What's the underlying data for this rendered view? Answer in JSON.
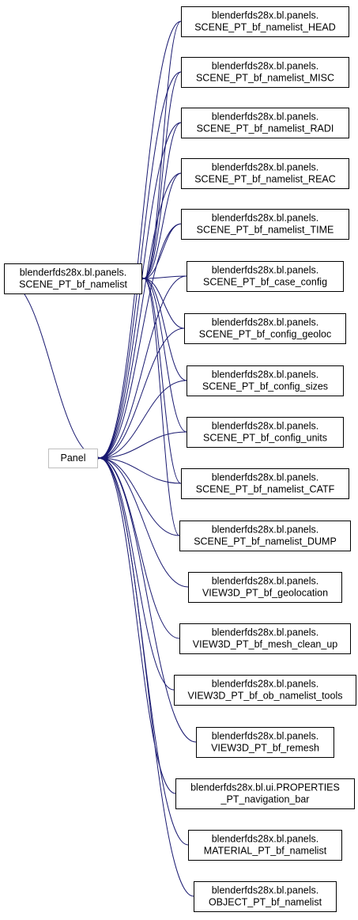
{
  "colors": {
    "edge": "#191970",
    "node_border": "#000000",
    "base_border": "#bfbfbf",
    "background": "#ffffff"
  },
  "nodes": {
    "namelist_head": [
      "blenderfds28x.bl.panels.",
      "SCENE_PT_bf_namelist_HEAD"
    ],
    "namelist_misc": [
      "blenderfds28x.bl.panels.",
      "SCENE_PT_bf_namelist_MISC"
    ],
    "namelist_radi": [
      "blenderfds28x.bl.panels.",
      "SCENE_PT_bf_namelist_RADI"
    ],
    "namelist_reac": [
      "blenderfds28x.bl.panels.",
      "SCENE_PT_bf_namelist_REAC"
    ],
    "namelist_time": [
      "blenderfds28x.bl.panels.",
      "SCENE_PT_bf_namelist_TIME"
    ],
    "case_config": [
      "blenderfds28x.bl.panels.",
      "SCENE_PT_bf_case_config"
    ],
    "config_geoloc": [
      "blenderfds28x.bl.panels.",
      "SCENE_PT_bf_config_geoloc"
    ],
    "config_sizes": [
      "blenderfds28x.bl.panels.",
      "SCENE_PT_bf_config_sizes"
    ],
    "config_units": [
      "blenderfds28x.bl.panels.",
      "SCENE_PT_bf_config_units"
    ],
    "namelist_catf": [
      "blenderfds28x.bl.panels.",
      "SCENE_PT_bf_namelist_CATF"
    ],
    "namelist_dump": [
      "blenderfds28x.bl.panels.",
      "SCENE_PT_bf_namelist_DUMP"
    ],
    "view3d_geolocation": [
      "blenderfds28x.bl.panels.",
      "VIEW3D_PT_bf_geolocation"
    ],
    "view3d_mesh_clean_up": [
      "blenderfds28x.bl.panels.",
      "VIEW3D_PT_bf_mesh_clean_up"
    ],
    "view3d_ob_namelist_tools": [
      "blenderfds28x.bl.panels.",
      "VIEW3D_PT_bf_ob_namelist_tools"
    ],
    "view3d_remesh": [
      "blenderfds28x.bl.panels.",
      "VIEW3D_PT_bf_remesh"
    ],
    "properties_navigation_bar": [
      "blenderfds28x.bl.ui.PROPERTIES",
      "_PT_navigation_bar"
    ],
    "material_namelist": [
      "blenderfds28x.bl.panels.",
      "MATERIAL_PT_bf_namelist"
    ],
    "object_namelist": [
      "blenderfds28x.bl.panels.",
      "OBJECT_PT_bf_namelist"
    ],
    "scene_namelist": [
      "blenderfds28x.bl.panels.",
      "SCENE_PT_bf_namelist"
    ],
    "panel": [
      "Panel"
    ]
  },
  "edges": [
    {
      "from": "namelist_head",
      "to": "scene_namelist"
    },
    {
      "from": "namelist_misc",
      "to": "scene_namelist"
    },
    {
      "from": "namelist_radi",
      "to": "scene_namelist"
    },
    {
      "from": "namelist_reac",
      "to": "scene_namelist"
    },
    {
      "from": "namelist_time",
      "to": "scene_namelist"
    },
    {
      "from": "case_config",
      "to": "scene_namelist"
    },
    {
      "from": "config_geoloc",
      "to": "scene_namelist"
    },
    {
      "from": "config_sizes",
      "to": "scene_namelist"
    },
    {
      "from": "config_units",
      "to": "scene_namelist"
    },
    {
      "from": "namelist_catf",
      "to": "scene_namelist"
    },
    {
      "from": "namelist_dump",
      "to": "scene_namelist"
    },
    {
      "from": "scene_namelist",
      "to": "panel"
    },
    {
      "from": "namelist_head",
      "to": "panel"
    },
    {
      "from": "namelist_misc",
      "to": "panel"
    },
    {
      "from": "namelist_radi",
      "to": "panel"
    },
    {
      "from": "namelist_reac",
      "to": "panel"
    },
    {
      "from": "namelist_time",
      "to": "panel"
    },
    {
      "from": "case_config",
      "to": "panel"
    },
    {
      "from": "config_geoloc",
      "to": "panel"
    },
    {
      "from": "config_sizes",
      "to": "panel"
    },
    {
      "from": "config_units",
      "to": "panel"
    },
    {
      "from": "namelist_catf",
      "to": "panel"
    },
    {
      "from": "namelist_dump",
      "to": "panel"
    },
    {
      "from": "view3d_geolocation",
      "to": "panel"
    },
    {
      "from": "view3d_mesh_clean_up",
      "to": "panel"
    },
    {
      "from": "view3d_ob_namelist_tools",
      "to": "panel"
    },
    {
      "from": "view3d_remesh",
      "to": "panel"
    },
    {
      "from": "properties_navigation_bar",
      "to": "panel"
    },
    {
      "from": "material_namelist",
      "to": "panel"
    },
    {
      "from": "object_namelist",
      "to": "panel"
    }
  ]
}
